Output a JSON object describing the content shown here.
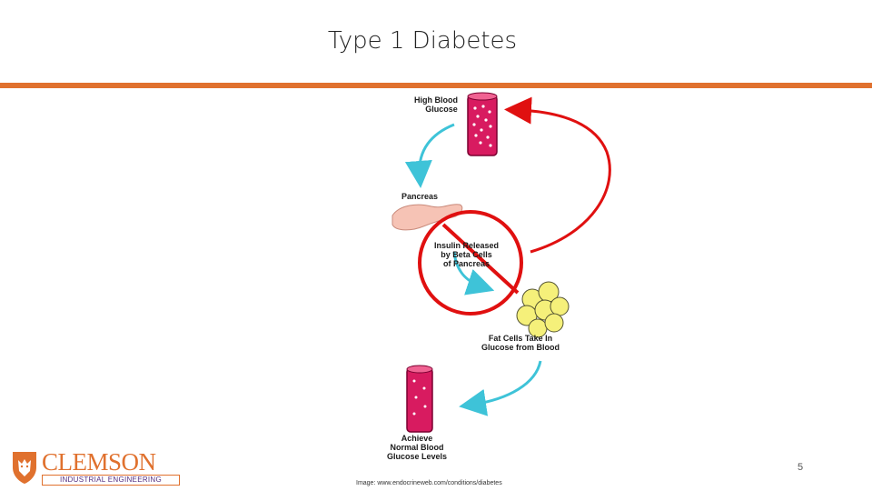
{
  "slide": {
    "title": "Type 1 Diabetes",
    "page_number": "5",
    "credit": "Image: www.endocrineweb.com/conditions/diabetes"
  },
  "diagram": {
    "label_high_glucose": [
      "High Blood",
      "Glucose"
    ],
    "label_pancreas": "Pancreas",
    "label_insulin": [
      "Insulin Released",
      "by Beta Cells",
      "of Pancreas"
    ],
    "label_fat_cells": [
      "Fat Cells Take In",
      "Glucose from Blood"
    ],
    "label_achieve": [
      "Achieve",
      "Normal Blood",
      "Glucose Levels"
    ]
  },
  "logo": {
    "name": "CLEMSON",
    "subtitle": "INDUSTRIAL ENGINEERING"
  },
  "colors": {
    "accent_rule": "#E0712E",
    "tube": "#D81B60",
    "arrow_cyan": "#3EC3D8",
    "prohibition_red": "#E01010",
    "fat_cell": "#F5F07A",
    "logo_purple": "#522D80"
  }
}
